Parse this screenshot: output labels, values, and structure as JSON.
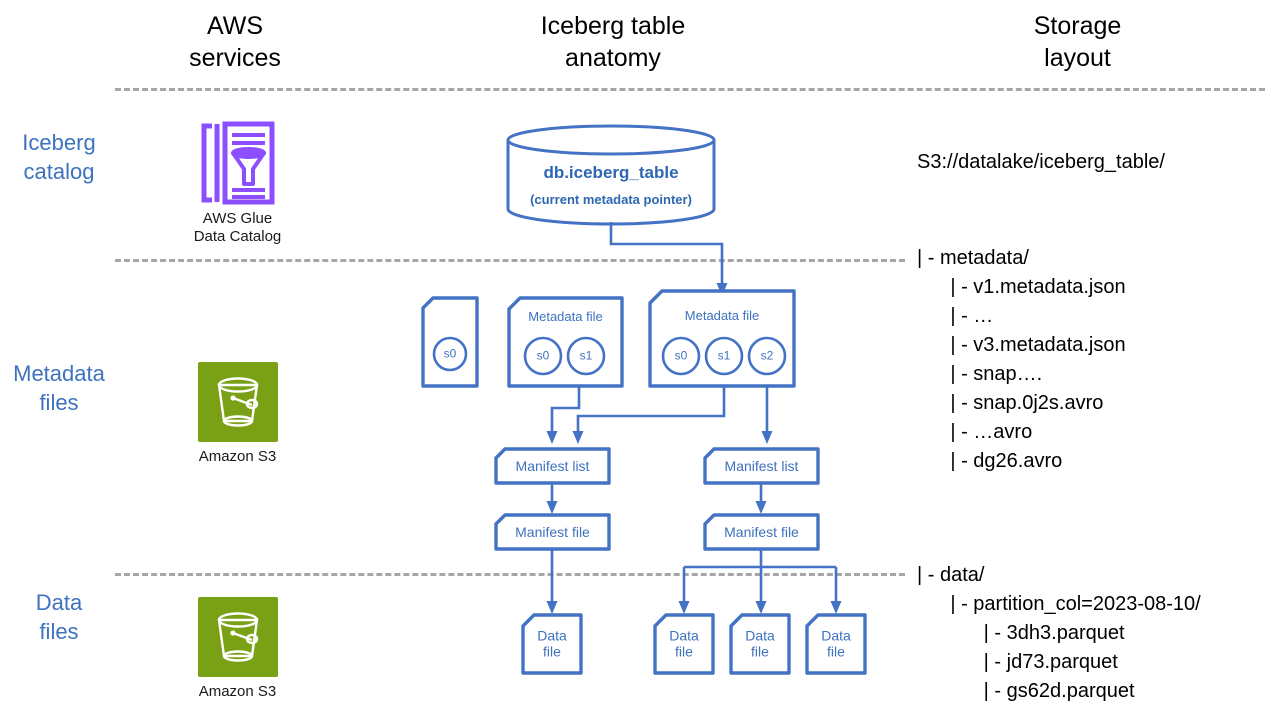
{
  "columns": {
    "aws_services": "AWS\nservices",
    "iceberg_anatomy": "Iceberg table\nanatomy",
    "storage_layout": "Storage\nlayout"
  },
  "rows": [
    {
      "label": "Iceberg\ncatalog"
    },
    {
      "label": "Metadata\nfiles"
    },
    {
      "label": "Data\nfiles"
    }
  ],
  "aws_services": [
    {
      "icon": "aws-glue-icon",
      "caption": "AWS Glue\nData Catalog",
      "color": "#8C4FFF"
    },
    {
      "icon": "amazon-s3-icon",
      "caption": "Amazon  S3",
      "color": "#7AA116"
    },
    {
      "icon": "amazon-s3-icon",
      "caption": "Amazon  S3",
      "color": "#7AA116"
    }
  ],
  "catalog": {
    "table_name": "db.iceberg_table",
    "pointer_note": "(current metadata pointer)"
  },
  "metadata_files": [
    {
      "title": "",
      "snapshots": [
        "s0"
      ]
    },
    {
      "title": "Metadata file",
      "snapshots": [
        "s0",
        "s1"
      ]
    },
    {
      "title": "Metadata file",
      "snapshots": [
        "s0",
        "s1",
        "s2"
      ]
    }
  ],
  "manifest_lists": [
    {
      "label": "Manifest list"
    },
    {
      "label": "Manifest list"
    }
  ],
  "manifest_files": [
    {
      "label": "Manifest file"
    },
    {
      "label": "Manifest file"
    }
  ],
  "data_files": [
    {
      "line1": "Data",
      "line2": "file"
    },
    {
      "line1": "Data",
      "line2": "file"
    },
    {
      "line1": "Data",
      "line2": "file"
    },
    {
      "line1": "Data",
      "line2": "file"
    }
  ],
  "storage": {
    "root": "S3://datalake/iceberg_table/",
    "metadata_tree": [
      "| - metadata/",
      "      | - v1.metadata.json",
      "      | - …",
      "      | - v3.metadata.json",
      "      | - snap….",
      "      | - snap.0j2s.avro",
      "      | - …avro",
      "      | - dg26.avro"
    ],
    "data_tree": [
      "| - data/",
      "      | - partition_col=2023-08-10/",
      "            | - 3dh3.parquet",
      "            | - jd73.parquet",
      "            | - gs62d.parquet"
    ]
  },
  "colors": {
    "accent_blue": "#3E72BE",
    "line_blue": "#4472C4",
    "divider_gray": "#A6A6A6",
    "glue_purple": "#8C4FFF",
    "s3_green": "#7AA116"
  }
}
